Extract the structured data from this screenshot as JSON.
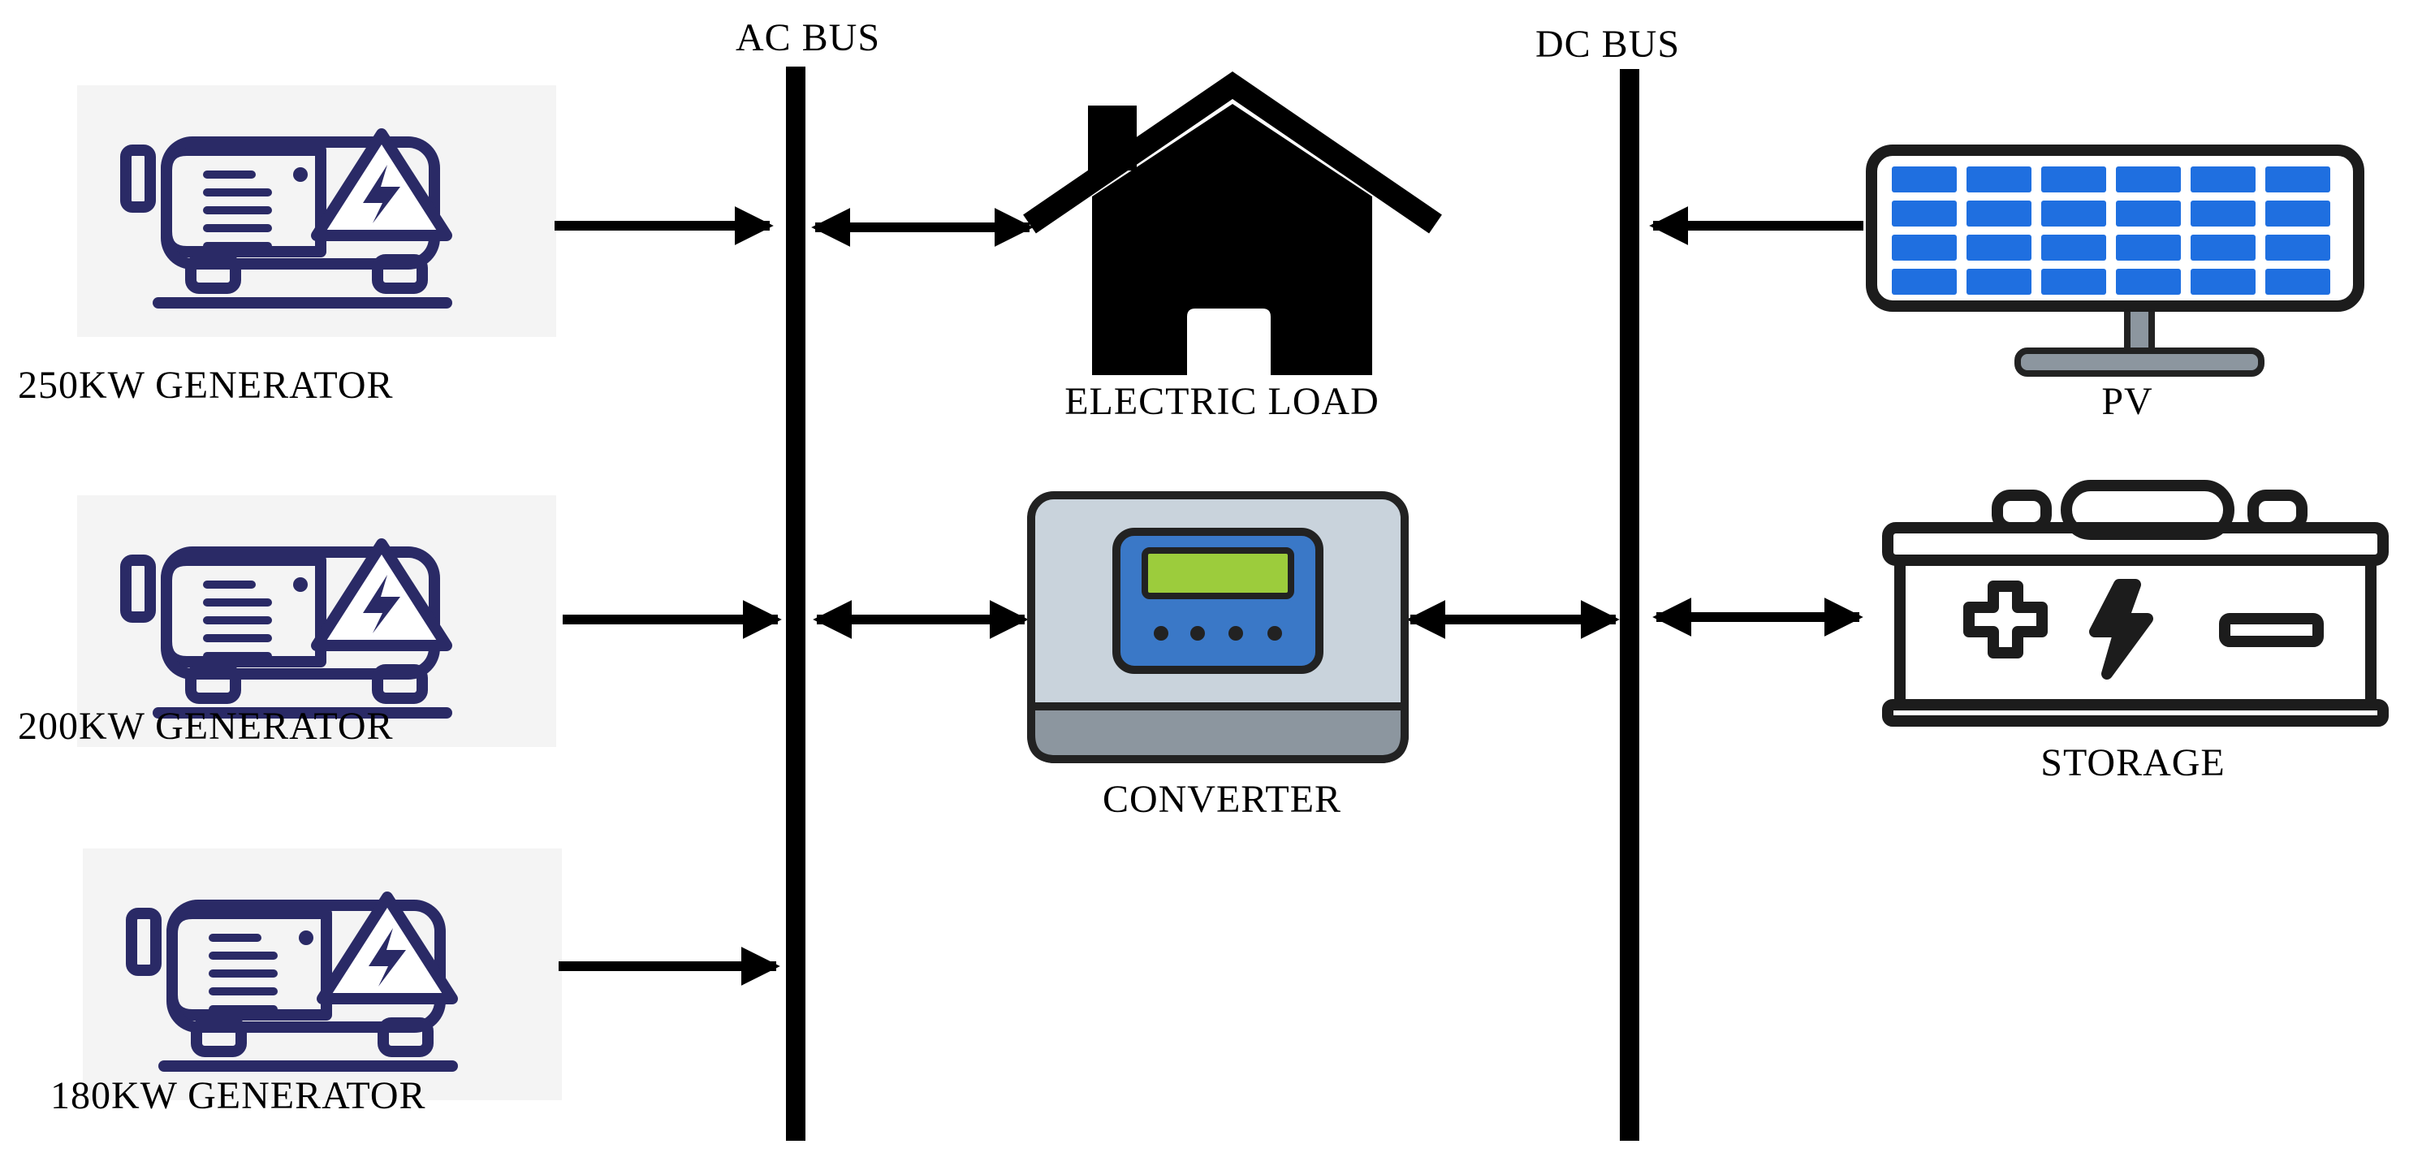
{
  "labels": {
    "ac_bus": "AC BUS",
    "dc_bus": "DC BUS",
    "gen1": "250KW GENERATOR",
    "gen2": "200KW GENERATOR",
    "gen3": "180KW GENERATOR",
    "load": "ELECTRIC LOAD",
    "converter": "CONVERTER",
    "pv": "PV",
    "storage": "STORAGE"
  },
  "icons": {
    "generator": "generator-icon",
    "house": "house-icon",
    "converter": "converter-icon",
    "pv": "solar-panel-icon",
    "storage": "battery-icon"
  },
  "colors": {
    "line": "#000000",
    "generator_navy": "#2a2a66",
    "generator_bg": "#f4f4f4",
    "solar_cell": "#1f6fe0",
    "solar_frame": "#1c1c1c",
    "converter_body": "#c9d3dc",
    "converter_base": "#8c969f",
    "converter_screen": "#9ccc3c",
    "converter_panel": "#3a78c7"
  }
}
